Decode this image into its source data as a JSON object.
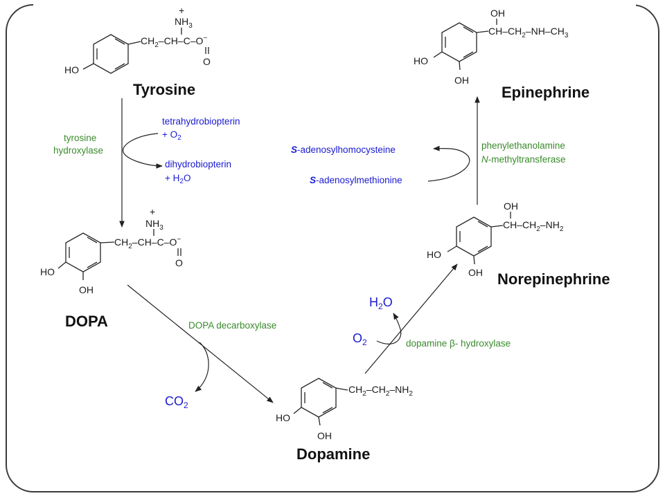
{
  "molecules": {
    "tyrosine": {
      "name": "Tyrosine",
      "ho": "HO",
      "chain": "CH2–CH–C–O−",
      "nh3": "NH3",
      "plus": "+",
      "o": "O"
    },
    "dopa": {
      "name": "DOPA",
      "ho1": "HO",
      "ho2": "OH",
      "nh3": "NH3",
      "plus": "+",
      "o": "O"
    },
    "dopamine": {
      "name": "Dopamine",
      "ho1": "HO",
      "ho2": "OH",
      "chain": "CH2–CH2–NH2"
    },
    "norepinephrine": {
      "name": "Norepinephrine",
      "ho1": "HO",
      "ho2": "OH",
      "oh": "OH"
    },
    "epinephrine": {
      "name": "Epinephrine",
      "ho1": "HO",
      "ho2": "OH",
      "oh": "OH"
    }
  },
  "enzymes": {
    "tyrosine_hydroxylase": [
      "tyrosine",
      "hydroxylase"
    ],
    "dopa_decarboxylase": "DOPA decarboxylase",
    "dopamine_beta_hydroxylase": "dopamine β- hydroxylase",
    "pnmt": [
      "phenylethanolamine",
      "N-methyltransferase"
    ]
  },
  "cofactors": {
    "tetrahydrobiopterin": "tetrahydrobiopterin",
    "plus_o2": "+ O2",
    "dihydrobiopterin": "dihydrobiopterin",
    "plus_h2o": "+ H2O",
    "co2": "CO2",
    "o2": "O2",
    "h2o": "H2O",
    "sam": "S-adenosylmethionine",
    "sah": "S-adenosylhomocysteine"
  },
  "colors": {
    "enzyme": "#3a8a2c",
    "cofactor": "#1a1ad0",
    "frame": "#3a3a3a"
  }
}
